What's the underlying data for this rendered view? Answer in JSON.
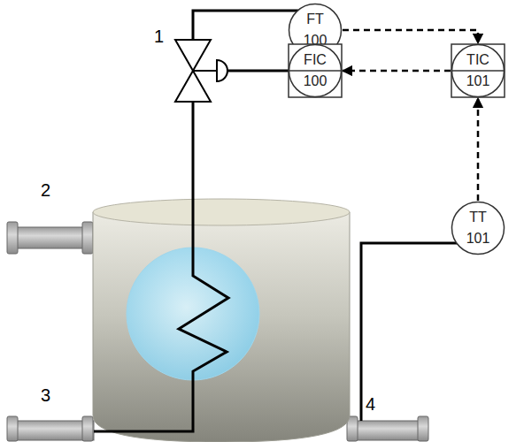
{
  "diagram": {
    "nodes": [
      {
        "text": [
          "FT",
          "100"
        ]
      },
      {
        "text": [
          "FIC",
          "100"
        ]
      },
      {
        "text": [
          "TIC",
          "101"
        ]
      },
      {
        "text": [
          "TT",
          "101"
        ]
      }
    ],
    "edges": [
      {
        "from": 0,
        "to": 2,
        "arrow": "to"
      },
      {
        "from": 2,
        "to": 1,
        "arrow": "to"
      },
      {
        "from": 3,
        "to": 2,
        "arrow": "to"
      }
    ],
    "labels": [
      "1",
      "2",
      "3",
      "4"
    ]
  }
}
